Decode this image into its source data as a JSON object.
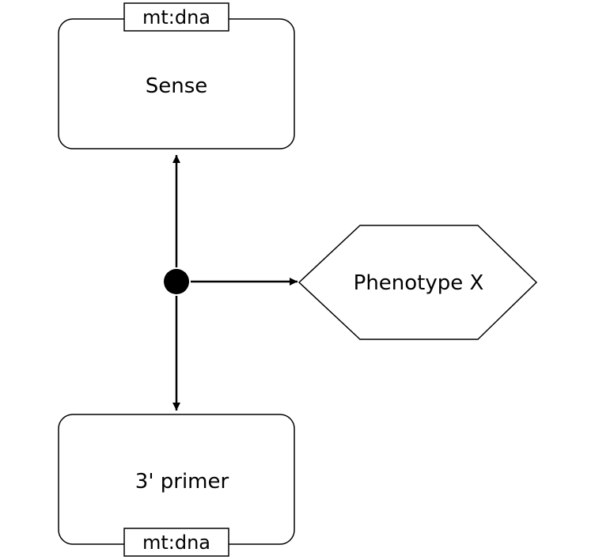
{
  "nodes": {
    "top": {
      "label": "Sense",
      "unit_tag": "mt:dna"
    },
    "bottom": {
      "label": "3' primer",
      "unit_tag": "mt:dna"
    },
    "phenotype": {
      "label": "Phenotype X"
    }
  },
  "colors": {
    "stroke": "#000000",
    "fill": "#ffffff",
    "junction": "#000000"
  }
}
